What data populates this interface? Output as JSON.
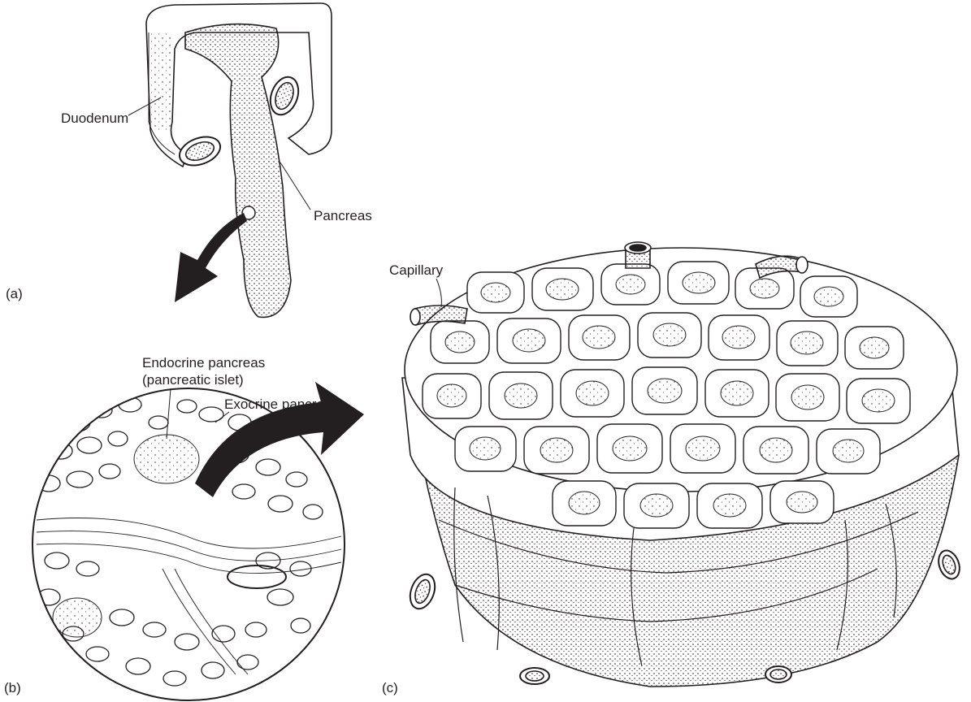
{
  "labels": {
    "duodenum": "Duodenum",
    "pancreas": "Pancreas",
    "panel_a": "(a)",
    "endocrine_line1": "Endocrine pancreas",
    "endocrine_line2": "(pancreatic islet)",
    "exocrine": "Exocrine pancreas",
    "panel_b": "(b)",
    "capillary": "Capillary",
    "panel_c": "(c)"
  }
}
